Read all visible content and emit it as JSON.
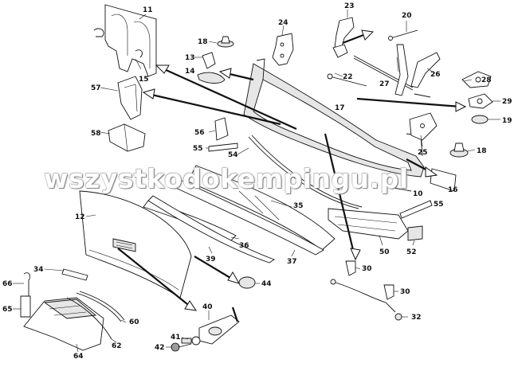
{
  "diagram": {
    "part_numbers": [
      "11",
      "15",
      "24",
      "23",
      "20",
      "18",
      "13",
      "14",
      "57",
      "22",
      "27",
      "26",
      "28",
      "29",
      "19",
      "17",
      "56",
      "55",
      "54",
      "58",
      "25",
      "18",
      "10",
      "16",
      "55",
      "12",
      "35",
      "52",
      "50",
      "34",
      "36",
      "39",
      "37",
      "30",
      "66",
      "44",
      "65",
      "40",
      "30",
      "32",
      "60",
      "41",
      "62",
      "64",
      "42"
    ]
  },
  "watermark": {
    "text": "wszystkodokempingu.pl"
  }
}
